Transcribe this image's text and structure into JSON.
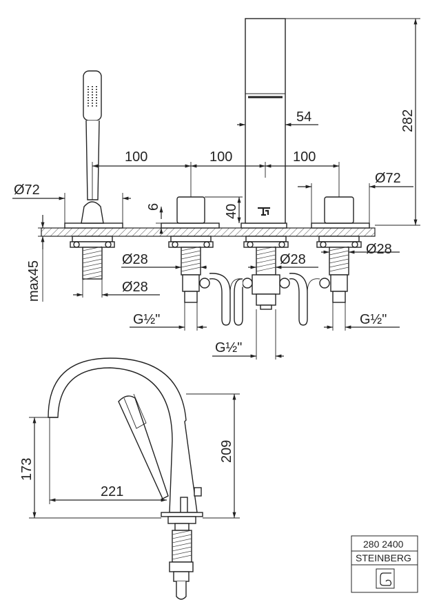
{
  "dimensions": {
    "top_spacing": [
      "100",
      "100",
      "100"
    ],
    "spout_width": "54",
    "spout_height": "282",
    "dia_left": "Ø72",
    "dia_right": "Ø72",
    "valve_height": "40",
    "valve_offset": "6",
    "max_deck": "max45",
    "dia28_left_top": "Ø28",
    "dia28_left_bottom": "Ø28",
    "dia28_center": "Ø28",
    "dia28_right": "Ø28",
    "thread_left": "G½\"",
    "thread_center": "G½\"",
    "thread_right": "G½\"",
    "side_height_outlet": "173",
    "side_height_total": "209",
    "side_reach": "221"
  },
  "title_block": {
    "code": "280 2400",
    "brand": "STEINBERG"
  }
}
